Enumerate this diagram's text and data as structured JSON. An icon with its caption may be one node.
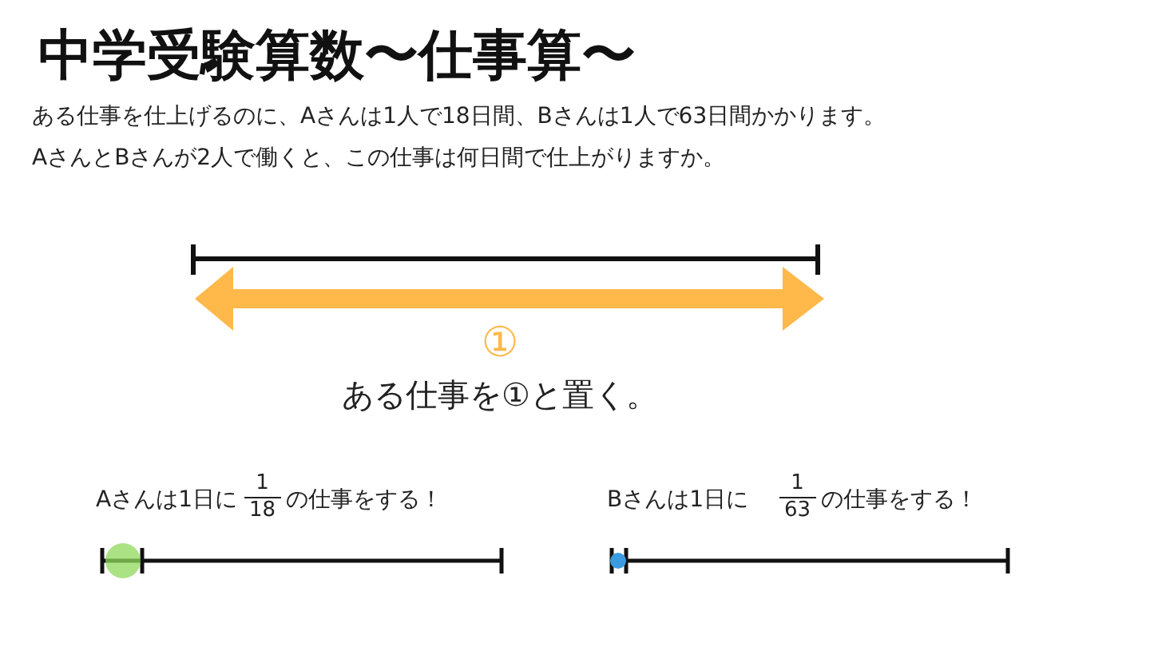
{
  "diagram": {
    "title": "中学受験算数〜仕事算〜",
    "labels": [
      "ある仕事を仕上げるのに、Aさんは1人で18日間、Bさんは1人で63日間かかります。",
      "AさんとBさんが2人で働くと、この仕事は何日間で仕上がりますか。",
      "①",
      "ある仕事を①と置く。",
      "Aさんは1日に",
      "1",
      "18",
      "の仕事をする！",
      "Bさんは1日に",
      "1",
      "63",
      "の仕事をする！"
    ]
  }
}
